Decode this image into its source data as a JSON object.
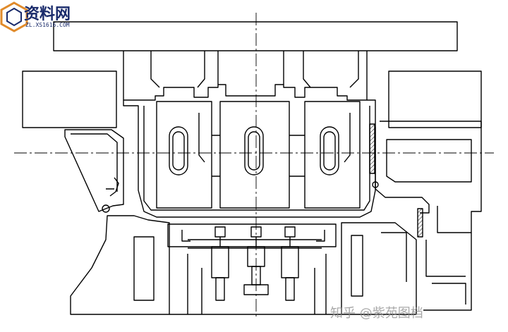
{
  "watermark": {
    "zhihu_text": "知乎 @紫苑图档",
    "logo_text": "资料网",
    "logo_url": "ZL.XS1616.COM"
  },
  "colors": {
    "line": "#000000",
    "background": "#ffffff",
    "watermark_grey": "#8c8c8c",
    "logo_blue": "#1a2b6b",
    "logo_orange": "#e08a2a"
  }
}
